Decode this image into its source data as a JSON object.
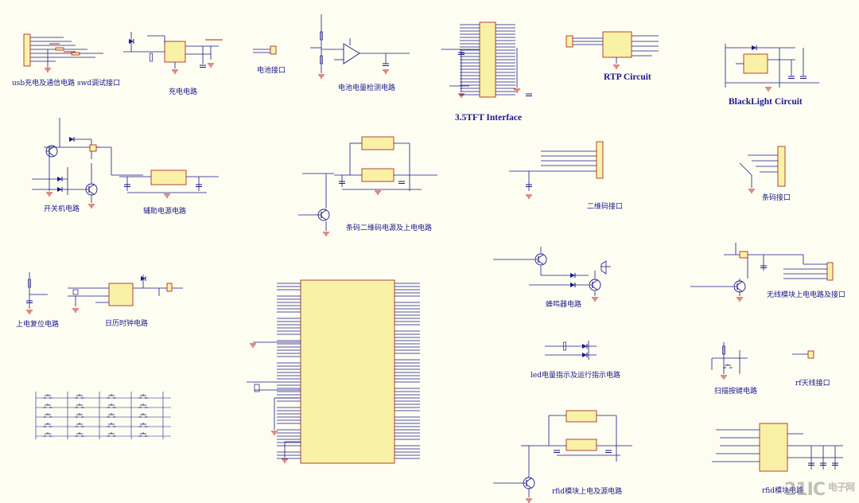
{
  "colors": {
    "background": "#fdfdf2",
    "wire": "#1a1a8c",
    "chip_fill": "#f9f1a6",
    "chip_stroke": "#a01a1a",
    "power": "#c01818",
    "label": "#1a1a8c"
  },
  "labels": {
    "usb": "usb充电及通信电路 swd调试接口",
    "charge": "充电电路",
    "battery_port": "电池接口",
    "battery_detect": "电池电量检测电路",
    "tft": "3.5TFT Interface",
    "rtp": "RTP Circuit",
    "backlight": "BlackLight Circuit",
    "power_switch": "开关机电路",
    "aux_power": "辅助电源电路",
    "barcode_power": "条码二维码电源及上电电路",
    "qr_port": "二维码接口",
    "barcode_port": "条码接口",
    "reset": "上电复位电路",
    "rtc": "日历时钟电路",
    "buzzer": "蜂鸣器电路",
    "wireless": "无线模块上电电路及接口",
    "led": "led电量指示及运行指示电路",
    "keys": "扫描按键电路",
    "rf_antenna": "rf天线接口",
    "rfid": "rfid模块上电及源电路",
    "rfid_module": "rfid模块电路"
  },
  "watermark": {
    "main": "21IC",
    "sub": "电子网"
  }
}
